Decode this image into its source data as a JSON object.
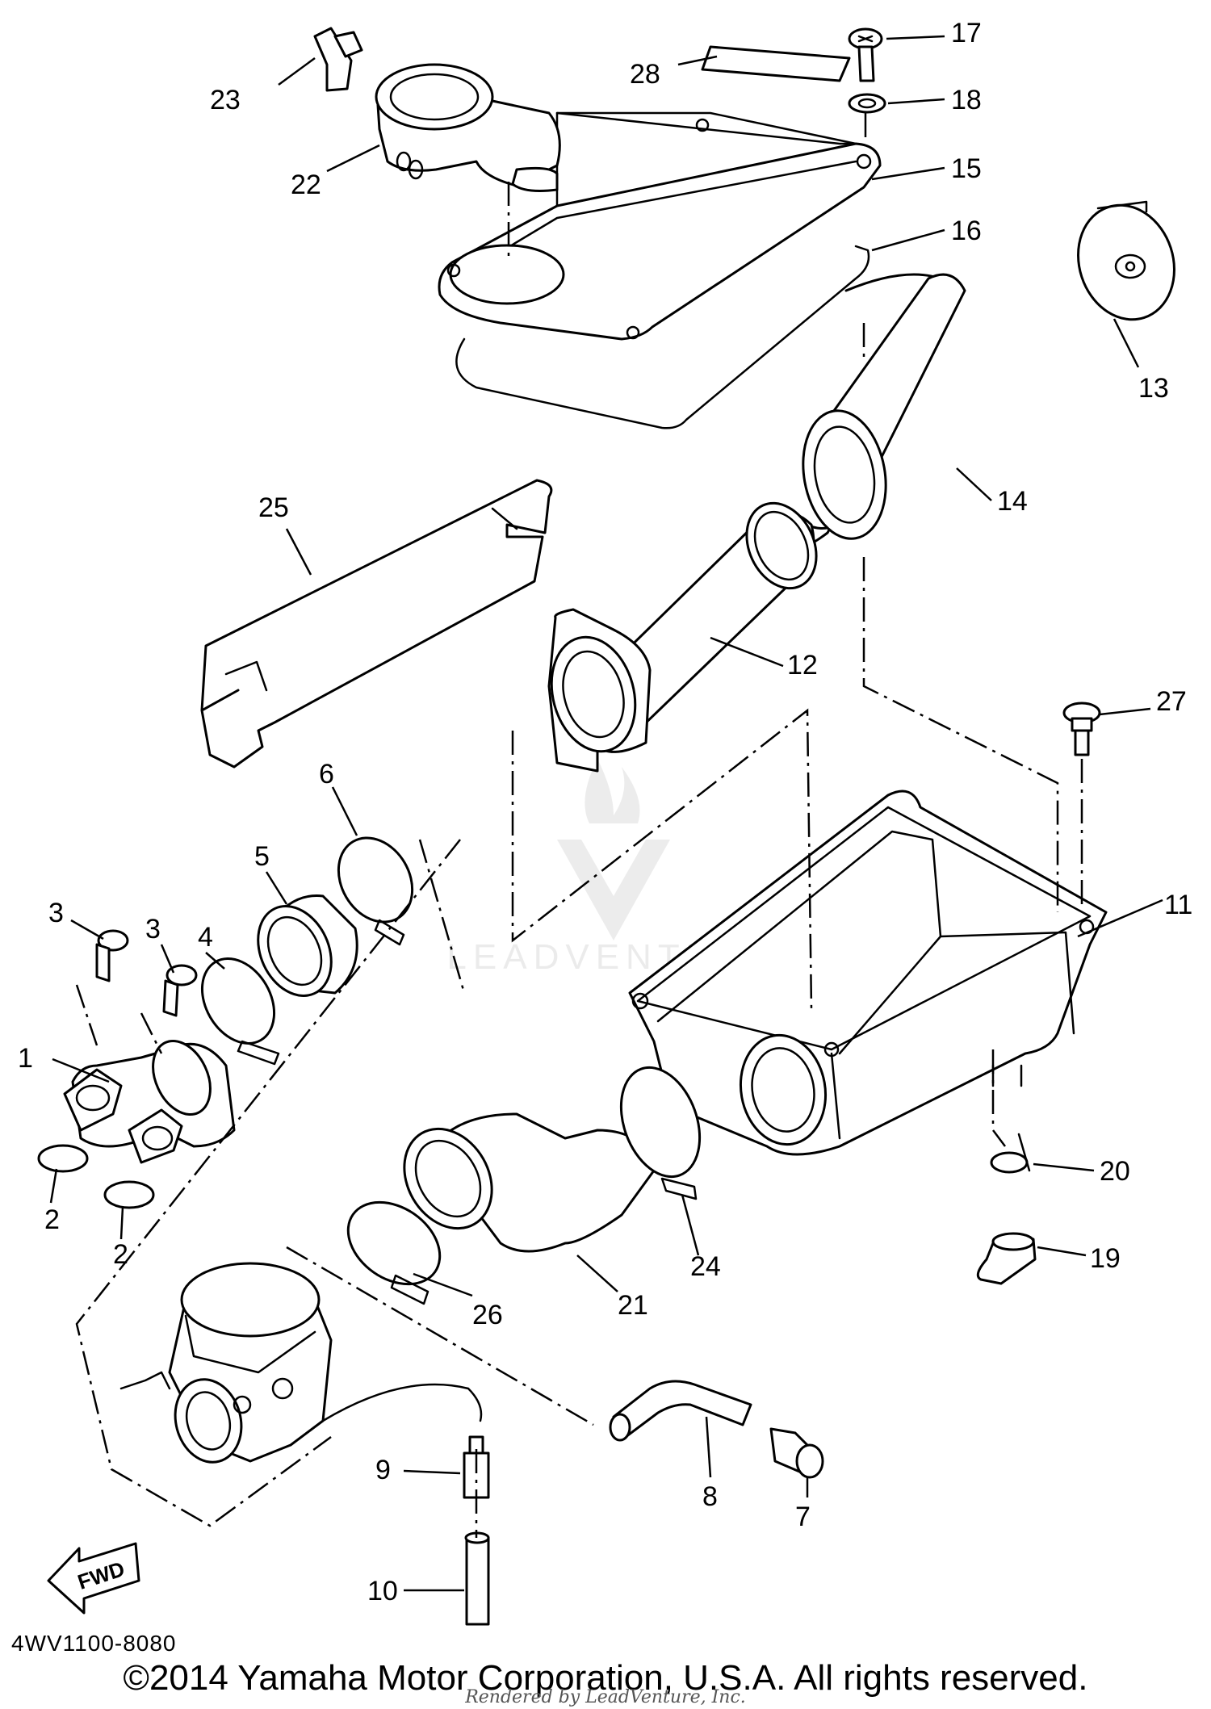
{
  "callouts": [
    "1",
    "2",
    "2",
    "3",
    "3",
    "4",
    "5",
    "6",
    "7",
    "8",
    "9",
    "10",
    "11",
    "12",
    "13",
    "14",
    "15",
    "16",
    "17",
    "18",
    "19",
    "20",
    "21",
    "22",
    "23",
    "24",
    "25",
    "26",
    "27",
    "28"
  ],
  "fwd_label": "FWD",
  "watermark": "LEADVENTURE",
  "diagram_code": "4WV1100-8080",
  "copyright": "©2014 Yamaha Motor Corporation, U.S.A. All rights reserved.",
  "rendered_by": "Rendered by LeadVenture, Inc."
}
